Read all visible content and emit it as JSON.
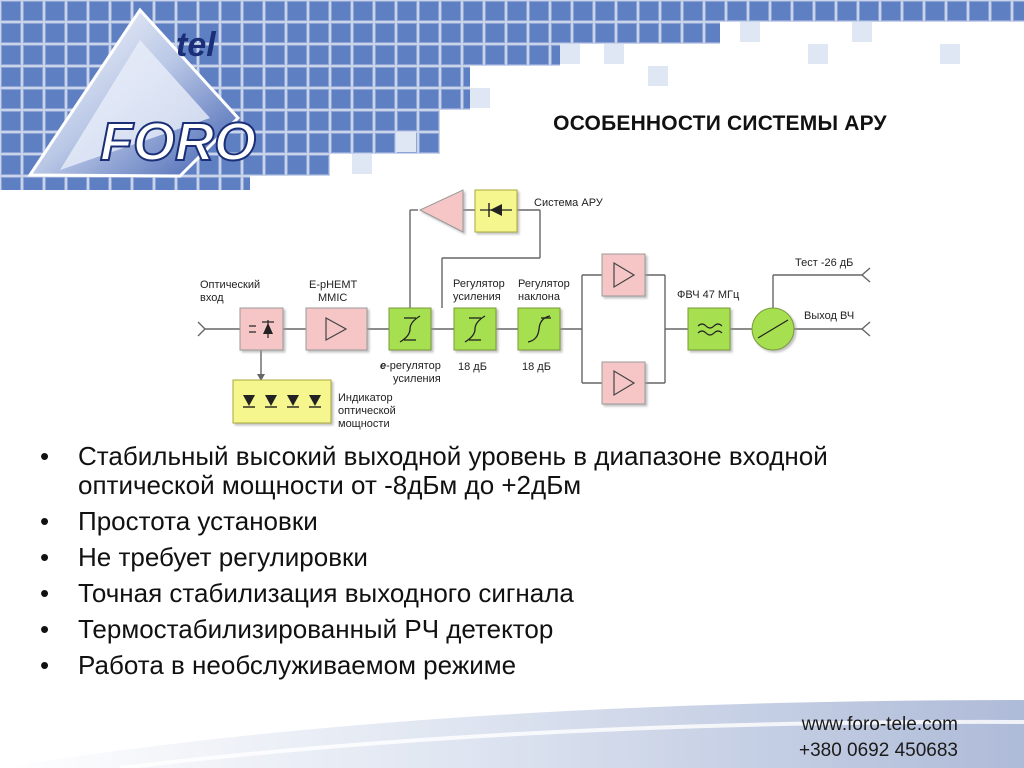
{
  "header": {
    "title": "ОСОБЕННОСТИ СИСТЕМЫ АРУ",
    "logo_top": "tel",
    "logo_main": "FORO"
  },
  "diagram": {
    "labels": {
      "optical_input": [
        "Оптический",
        "вход"
      ],
      "mmic": [
        "E-pHEMT",
        "MMIC"
      ],
      "agc_system": "Система АРУ",
      "gain_regulator": [
        "Регулятор",
        "усиления"
      ],
      "slope_regulator": [
        "Регулятор",
        "наклона"
      ],
      "e_regulator_prefix": "e",
      "e_regulator": [
        "-регулятор",
        "усиления"
      ],
      "db18_gain": "18 дБ",
      "db18_slope": "18 дБ",
      "hpf": "ФВЧ 47 МГц",
      "test_out": "Тест -26 дБ",
      "rf_out": "Выход ВЧ",
      "indicator": [
        "Индикатор",
        "оптической",
        "мощности"
      ]
    },
    "colors": {
      "pink": "#f6c6c6",
      "green": "#a6df4f",
      "yellow": "#f6f68f",
      "line": "#666666"
    }
  },
  "bullets": [
    "Стабильный высокий выходной уровень в диапазоне входной оптической мощности от -8дБм до +2дБм",
    "Простота установки",
    "Не требует регулировки",
    "Точная стабилизация выходного сигнала",
    "Термостабилизированный РЧ детектор",
    "Работа в необслуживаемом режиме"
  ],
  "bullet_marker": "•",
  "footer": {
    "website": "www.foro-tele.com",
    "phone": "+380 0692 450683"
  }
}
